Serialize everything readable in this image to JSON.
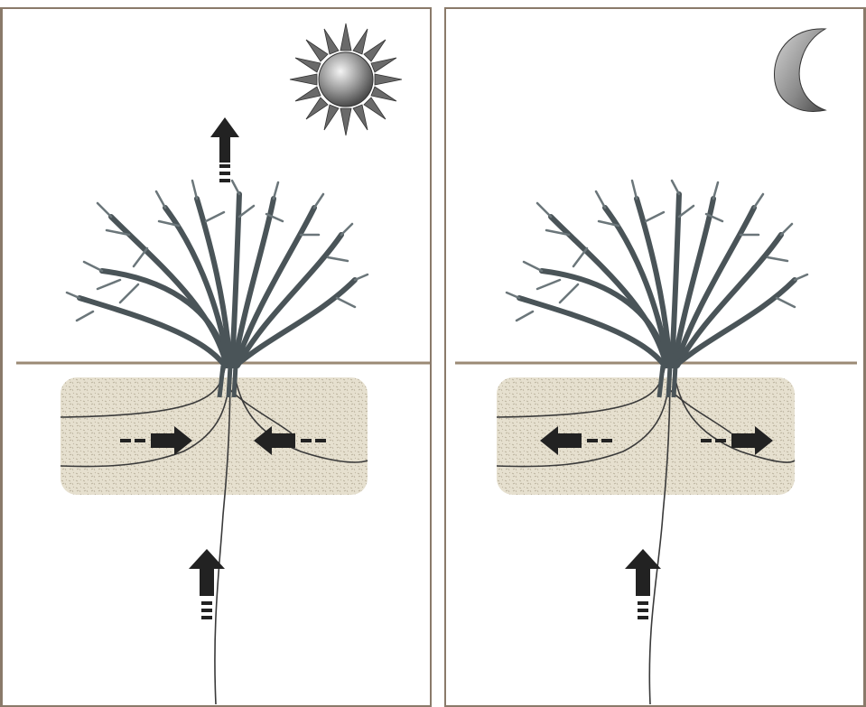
{
  "diagram": {
    "panels": [
      {
        "id": "day",
        "sky_icon": "sun-icon",
        "arrows": [
          {
            "name": "arrow-up-leaving-canopy",
            "label": "",
            "direction": "up"
          },
          {
            "name": "arrow-right-into-root-left",
            "label": "",
            "direction": "right"
          },
          {
            "name": "arrow-left-into-root-right",
            "label": "",
            "direction": "left"
          },
          {
            "name": "arrow-up-deep-root",
            "label": "",
            "direction": "up"
          }
        ]
      },
      {
        "id": "night",
        "sky_icon": "moon-icon",
        "arrows": [
          {
            "name": "arrow-left-out-of-root",
            "label": "",
            "direction": "left"
          },
          {
            "name": "arrow-right-out-of-root",
            "label": "",
            "direction": "right"
          },
          {
            "name": "arrow-up-deep-root",
            "label": "",
            "direction": "up"
          }
        ]
      }
    ],
    "colors": {
      "border": "#8a7a6a",
      "ground_line": "#9b8a74",
      "soil": "#e6e0cf",
      "plant": "#4a5458",
      "arrow": "#222222"
    }
  }
}
